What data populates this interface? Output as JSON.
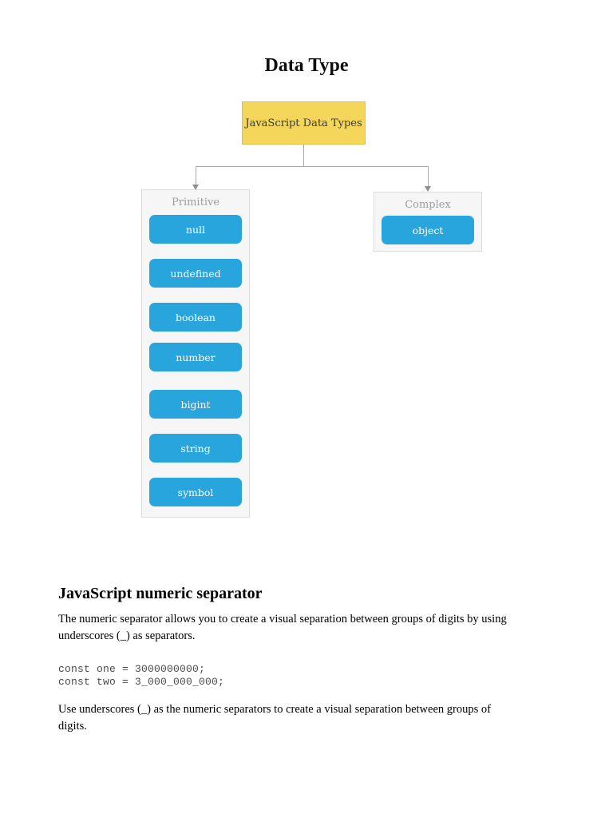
{
  "page": {
    "title": "Data Type"
  },
  "diagram": {
    "root": {
      "label": "JavaScript Data Types"
    },
    "groups": [
      {
        "label": "Primitive",
        "items": [
          "null",
          "undefined",
          "boolean",
          "number",
          "bigint",
          "string",
          "symbol"
        ]
      },
      {
        "label": "Complex",
        "items": [
          "object"
        ]
      }
    ],
    "palette": {
      "root_fill": "#f3d65a",
      "root_border": "#dfc04c",
      "node_fill": "#29a5de",
      "node_text": "#ffffff",
      "group_fill": "#f6f6f6",
      "group_border": "#dcdcdc",
      "group_label_text": "#9e9e9e",
      "connector": "#a8a8a8"
    }
  },
  "article": {
    "heading": "JavaScript numeric separator",
    "intro_lines": [
      "The numeric separator allows you to create a visual separation between groups of digits by using",
      "underscores (_) as separators."
    ],
    "code_lines": [
      "const one = 3000000000;",
      "const two = 3_000_000_000;"
    ],
    "outro_lines": [
      "Use underscores (_) as the numeric separators to create a visual separation between groups of",
      "digits."
    ]
  }
}
